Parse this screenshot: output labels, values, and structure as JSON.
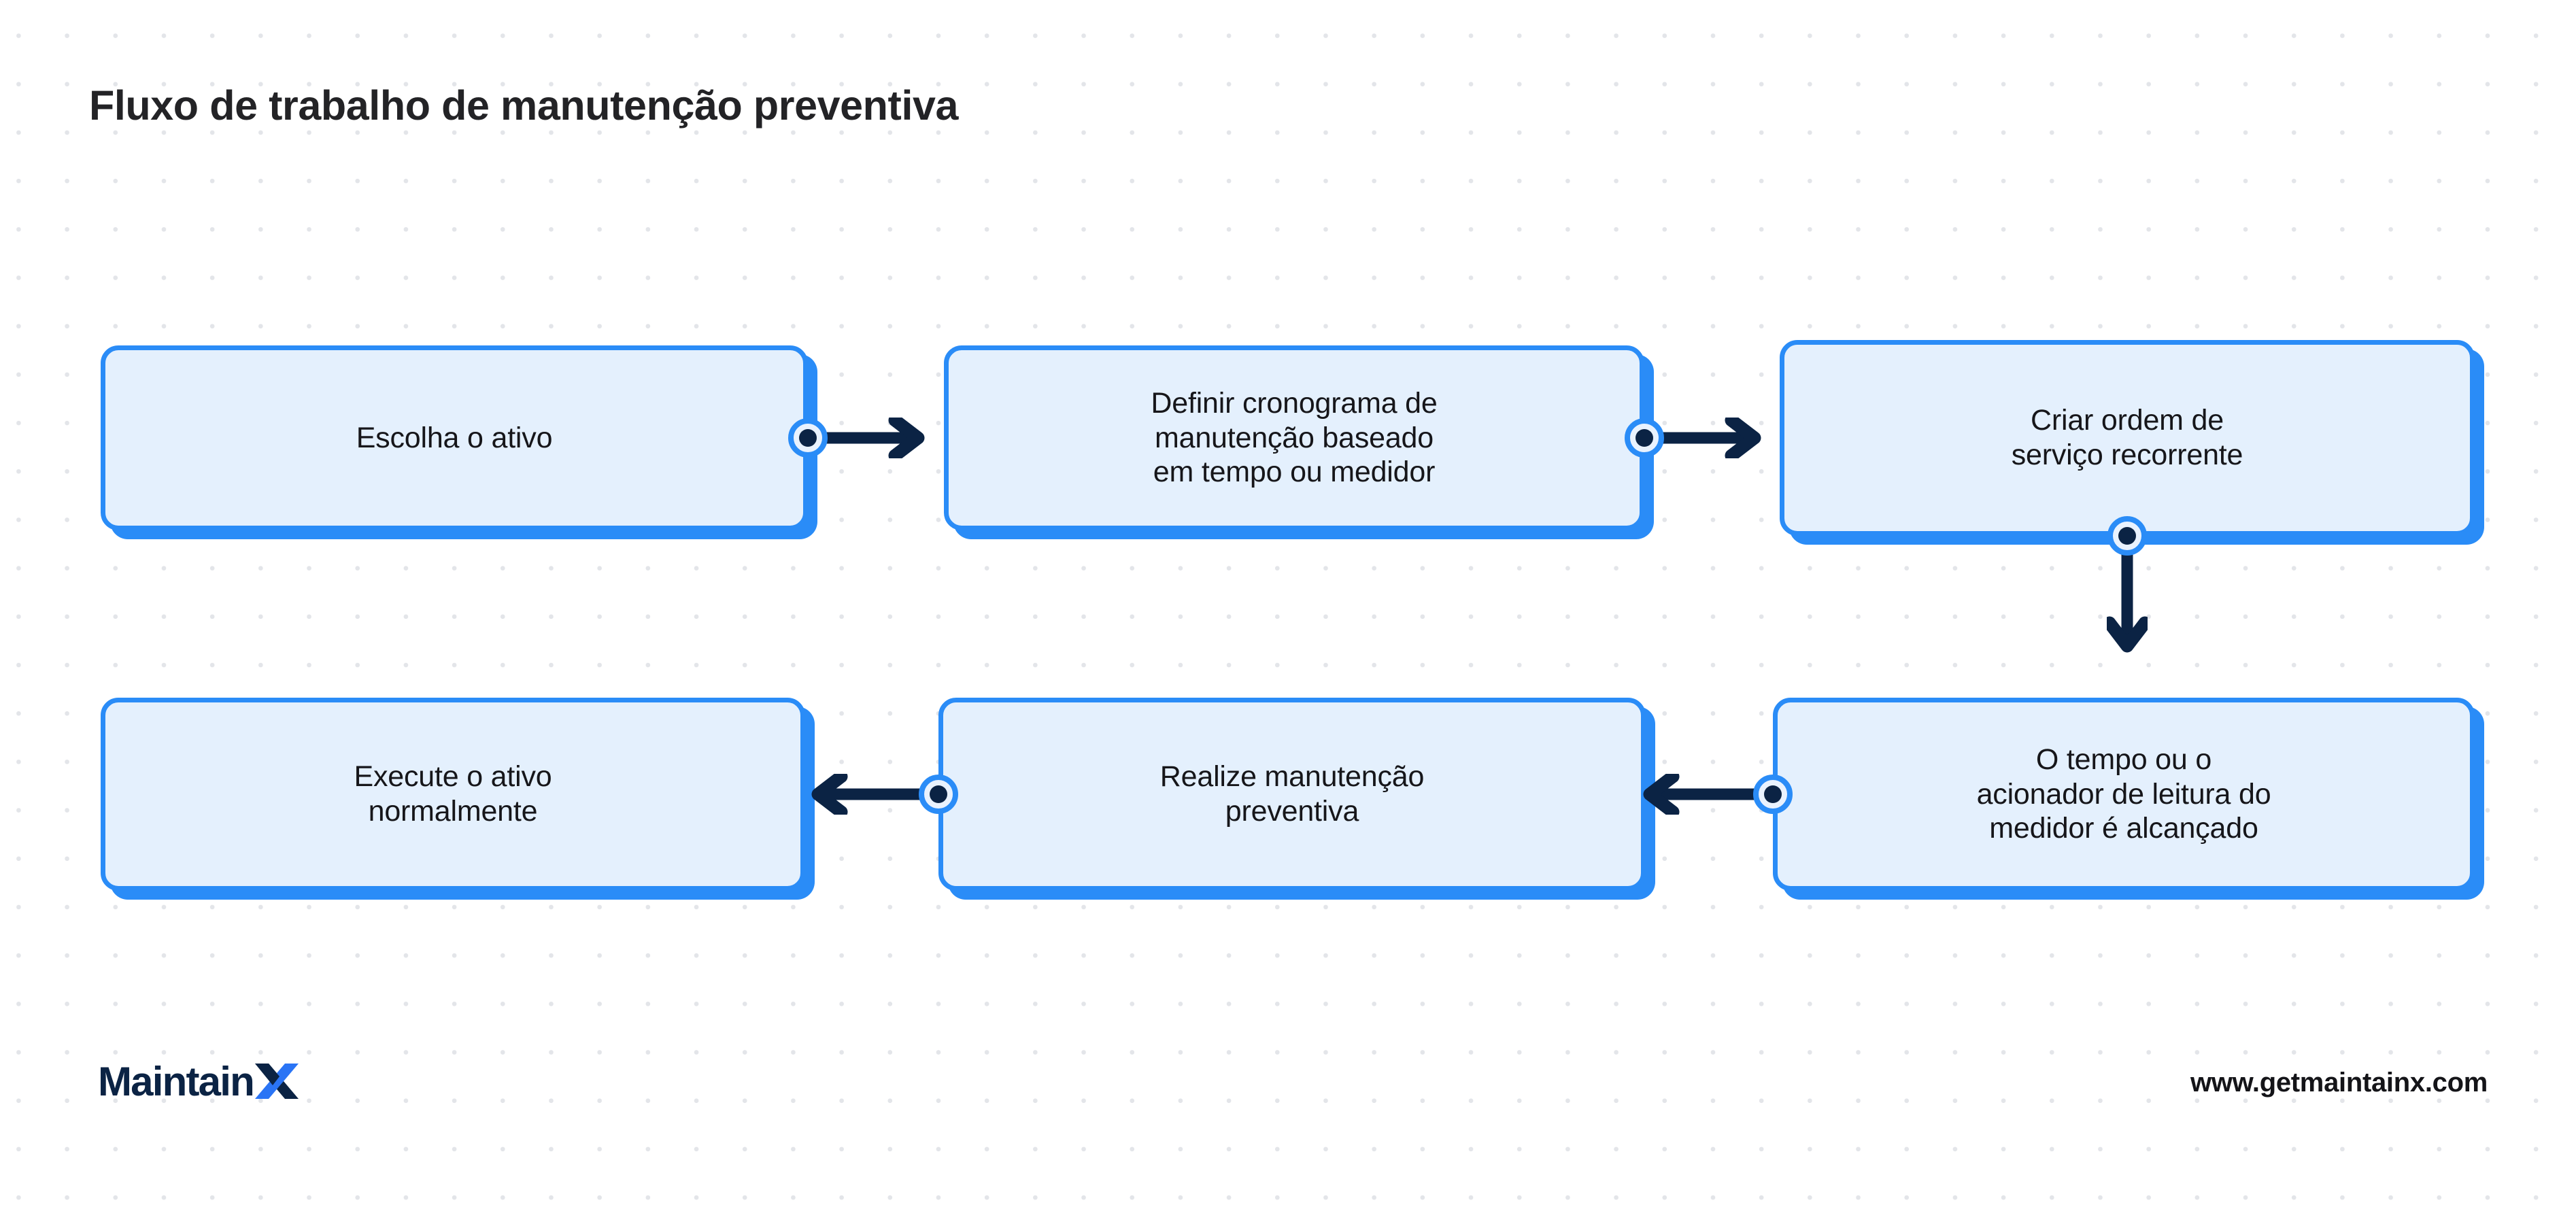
{
  "page": {
    "title": "Fluxo de trabalho de manutenção preventiva",
    "background_color": "#ffffff",
    "dot_grid_color": "#e3e5e9"
  },
  "theme": {
    "node_fill": "#e4f0fd",
    "node_border": "#2a8cf7",
    "connector_dot": "#0b2344",
    "arrow_color": "#0b2344",
    "title_color": "#232326",
    "logo_navy": "#0b2344",
    "logo_blue": "#2a74f5"
  },
  "flowchart": {
    "type": "diagram",
    "orientation": "left-to-right, then wraps right-to-left",
    "nodes": [
      {
        "id": "node-1",
        "label": "Escolha o ativo",
        "row": 1,
        "order": 1
      },
      {
        "id": "node-2",
        "label": "Definir cronograma de\nmanutenção baseado\nem tempo ou medidor",
        "row": 1,
        "order": 2
      },
      {
        "id": "node-3",
        "label": "Criar ordem de\nserviço recorrente",
        "row": 1,
        "order": 3
      },
      {
        "id": "node-4",
        "label": "O tempo ou o\nacionador de leitura do\nmedidor é alcançado",
        "row": 2,
        "order": 4
      },
      {
        "id": "node-5",
        "label": "Realize manutenção\npreventiva",
        "row": 2,
        "order": 5
      },
      {
        "id": "node-6",
        "label": "Execute o ativo\nnormalmente",
        "row": 2,
        "order": 6
      }
    ],
    "edges": [
      {
        "id": "arrow-1",
        "from": "node-1",
        "to": "node-2",
        "direction": "right"
      },
      {
        "id": "arrow-2",
        "from": "node-2",
        "to": "node-3",
        "direction": "right"
      },
      {
        "id": "arrow-3",
        "from": "node-3",
        "to": "node-4",
        "direction": "down"
      },
      {
        "id": "arrow-4",
        "from": "node-4",
        "to": "node-5",
        "direction": "left"
      },
      {
        "id": "arrow-5",
        "from": "node-5",
        "to": "node-6",
        "direction": "left"
      }
    ]
  },
  "footer": {
    "logo_text": "Maintain",
    "logo_icon": "maintainx-x-mark",
    "url": "www.getmaintainx.com"
  }
}
